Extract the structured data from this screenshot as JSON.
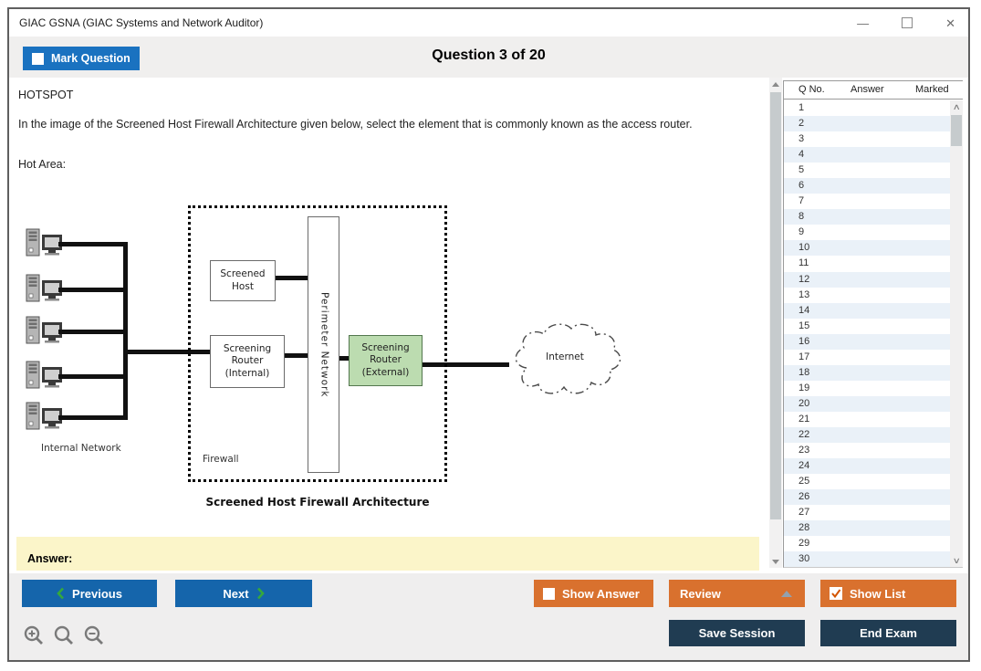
{
  "window": {
    "title": "GIAC GSNA (GIAC Systems and Network Auditor)",
    "minimize_glyph": "—",
    "close_glyph": "✕"
  },
  "header": {
    "mark_question": "Mark Question",
    "question_counter": "Question 3 of 20"
  },
  "question": {
    "kind": "HOTSPOT",
    "prompt": "In the image of the Screened Host Firewall Architecture given below, select the element that is commonly known as the access router.",
    "hot_area_label": "Hot Area:",
    "answer_label": "Answer:"
  },
  "diagram": {
    "caption": "Screened Host Firewall Architecture",
    "internal_network_label": "Internal Network",
    "firewall_label": "Firewall",
    "screened_host": "Screened\nHost",
    "perimeter_network": "Perimeter Network",
    "screening_router_internal": "Screening\nRouter\n(Internal)",
    "screening_router_external": "Screening\nRouter\n(External)",
    "internet_label": "Internet",
    "highlight_color": "#bcdcb0"
  },
  "question_list": {
    "columns": [
      "Q No.",
      "Answer",
      "Marked"
    ],
    "rows": [
      "1",
      "2",
      "3",
      "4",
      "5",
      "6",
      "7",
      "8",
      "9",
      "10",
      "11",
      "12",
      "13",
      "14",
      "15",
      "16",
      "17",
      "18",
      "19",
      "20",
      "21",
      "22",
      "23",
      "24",
      "25",
      "26",
      "27",
      "28",
      "29",
      "30"
    ]
  },
  "footer": {
    "previous": "Previous",
    "next": "Next",
    "show_answer": "Show Answer",
    "review": "Review",
    "show_list": "Show List",
    "save_session": "Save Session",
    "end_exam": "End Exam"
  },
  "colors": {
    "accent_blue": "#1a72c0",
    "nav_blue": "#1565ab",
    "accent_orange": "#d9712e",
    "navy": "#203c52",
    "answer_bar_yellow": "#fbf5c9",
    "highlight_green": "#bcdcb0",
    "alt_row_blue": "#eaf1f8",
    "check_orange": "#d35400",
    "chevron_green": "#35a83c"
  }
}
